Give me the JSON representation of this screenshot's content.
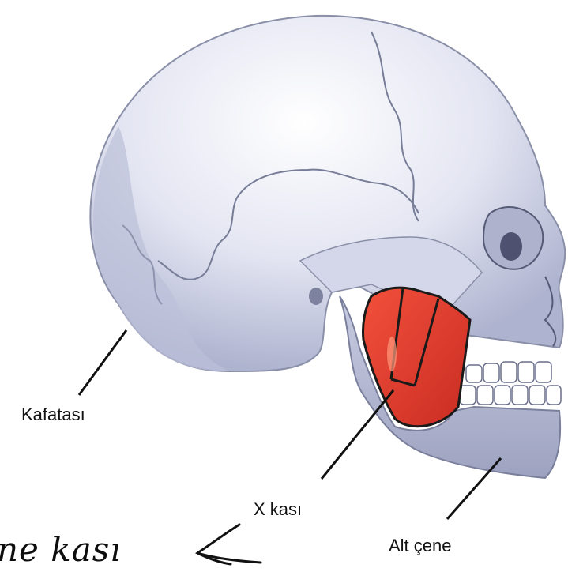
{
  "labels": {
    "skull": "Kafatası",
    "muscle": "X kası",
    "jaw": "Alt çene"
  },
  "handwriting": "ne kası",
  "colors": {
    "bone": "#dcdff0",
    "bone_shadow": "#b9bdd6",
    "bone_dark": "#8e93ae",
    "muscle": "#e23a2c",
    "outline": "#222222",
    "ink": "#111111"
  }
}
